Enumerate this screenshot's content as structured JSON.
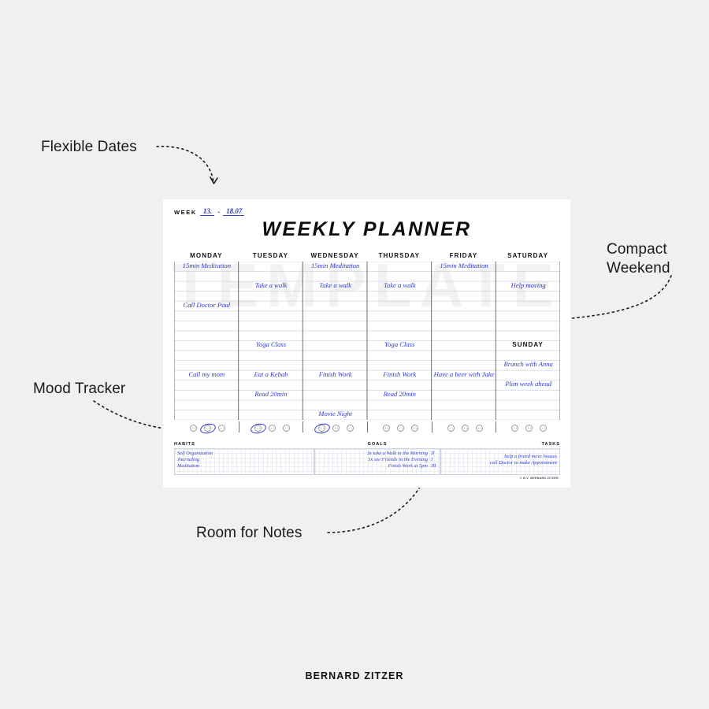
{
  "annotations": [
    {
      "id": "flexible-dates",
      "text": "Flexible Dates"
    },
    {
      "id": "compact-weekend",
      "text": "Compact\nWeekend"
    },
    {
      "id": "mood-tracker",
      "text": "Mood Tracker"
    },
    {
      "id": "room-for-notes",
      "text": "Room for Notes"
    }
  ],
  "planner": {
    "watermark": "TEMPLATE",
    "week": {
      "label": "WEEK",
      "start": "13.",
      "dash": "-",
      "end": "18.07"
    },
    "title": "WEEKLY PLANNER",
    "day_headers": [
      "MONDAY",
      "TUESDAY",
      "WEDNESDAY",
      "THURSDAY",
      "FRIDAY",
      "SATURDAY"
    ],
    "sunday_header": "SUNDAY",
    "entries": {
      "monday": [
        "15min Meditation",
        "Call Doctor Paul",
        "Call my mom"
      ],
      "tuesday": [
        "Take a walk",
        "Yoga Class",
        "Eat a Kebab",
        "Read 20min"
      ],
      "wednesday": [
        "15min Meditation",
        "Take a walk",
        "Finish Work",
        "Movie Night"
      ],
      "thursday": [
        "Take a walk",
        "Yoga Class",
        "Finish Work",
        "Read 20min"
      ],
      "friday": [
        "15min Meditation",
        "Have a beer with Jake"
      ],
      "saturday": [
        "Help moving"
      ],
      "sunday": [
        "Brunch with Anna",
        "Plan week ahead"
      ]
    },
    "mood_tracker": {
      "faces_per_day": 3,
      "selected": [
        {
          "day": "monday",
          "index": 1
        },
        {
          "day": "tuesday",
          "index": 0
        },
        {
          "day": "wednesday",
          "index": 0
        }
      ]
    },
    "habits": {
      "title": "HABITS",
      "items": [
        "Self Organization",
        "Journaling",
        "Meditation"
      ]
    },
    "goals": {
      "title": "GOALS",
      "items": [
        {
          "text": "3x take a Walk in the Morning",
          "tally": "II"
        },
        {
          "text": "3x see Friends in the Evening",
          "tally": "I"
        },
        {
          "text": "Finish Work at 5pm",
          "tally": "III"
        }
      ]
    },
    "tasks": {
      "title": "TASKS",
      "items": [
        "help a friend move houses",
        "call Doctor to make Appointment"
      ]
    },
    "copyright": "© B.V. BERNARD ZITZER"
  },
  "footer": {
    "brand": "BERNARD ZITZER"
  },
  "colors": {
    "ink": "#2f3ad2",
    "text": "#111111",
    "background": "#f0f0f0",
    "sheet": "#ffffff"
  }
}
